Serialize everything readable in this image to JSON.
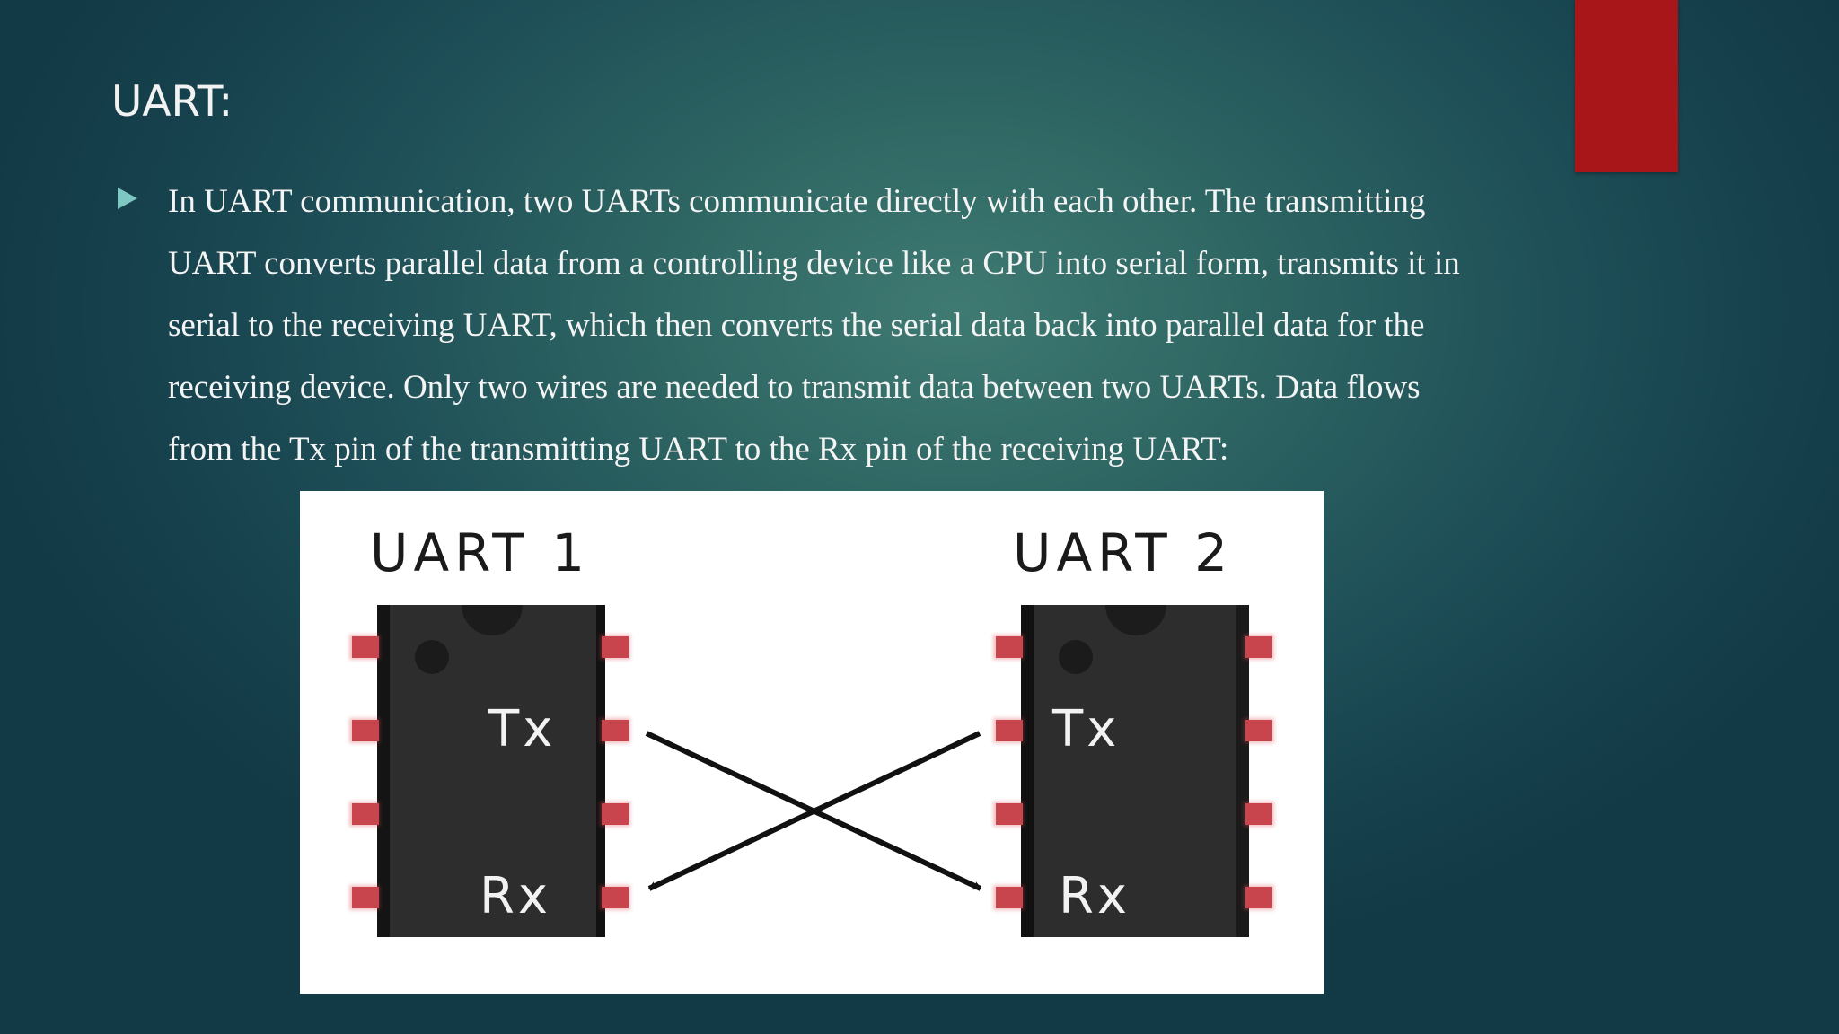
{
  "slide": {
    "title": "UART:",
    "bullet_text": "In UART communication, two UARTs communicate directly with each other. The transmitting UART converts parallel data from a controlling device like a CPU into serial form, transmits it in serial to the receiving UART, which then converts the serial data back into parallel data for the receiving device. Only two wires are needed to transmit data between two UARTs. Data flows from the Tx pin of the transmitting UART to the Rx pin of the receiving UART:",
    "accent_color": "#a8161a",
    "bullet_icon": "triangle-bullet-icon"
  },
  "diagram": {
    "uart1": {
      "label": "UART 1",
      "tx": "Tx",
      "rx": "Rx"
    },
    "uart2": {
      "label": "UART 2",
      "tx": "Tx",
      "rx": "Rx"
    },
    "chip_color": "#2b2b2b",
    "pin_color": "#e0464f"
  }
}
